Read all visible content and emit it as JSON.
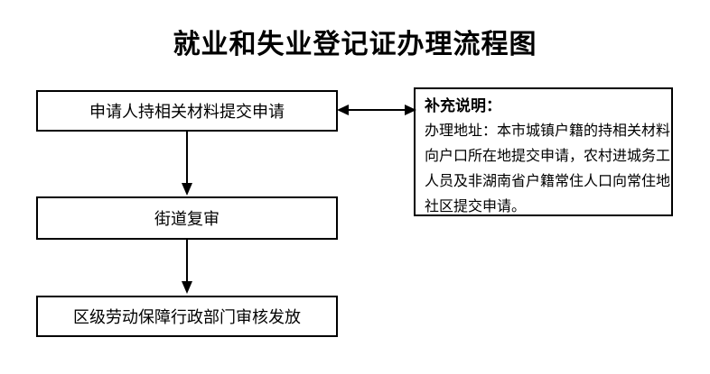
{
  "title": "就业和失业登记证办理流程图",
  "flow": {
    "steps": [
      {
        "label": "申请人持相关材料提交申请"
      },
      {
        "label": "街道复审"
      },
      {
        "label": "区级劳动保障行政部门审核发放"
      }
    ]
  },
  "note": {
    "heading": "补充说明：",
    "lines": [
      "办理地址：本市城镇户籍的持相关材料",
      "向户口所在地提交申请，农村进城务工",
      "人员及非湖南省户籍常住人口向常住地",
      "社区提交申请。"
    ]
  },
  "colors": {
    "line": "#000000",
    "text": "#000000",
    "background": "#ffffff"
  }
}
